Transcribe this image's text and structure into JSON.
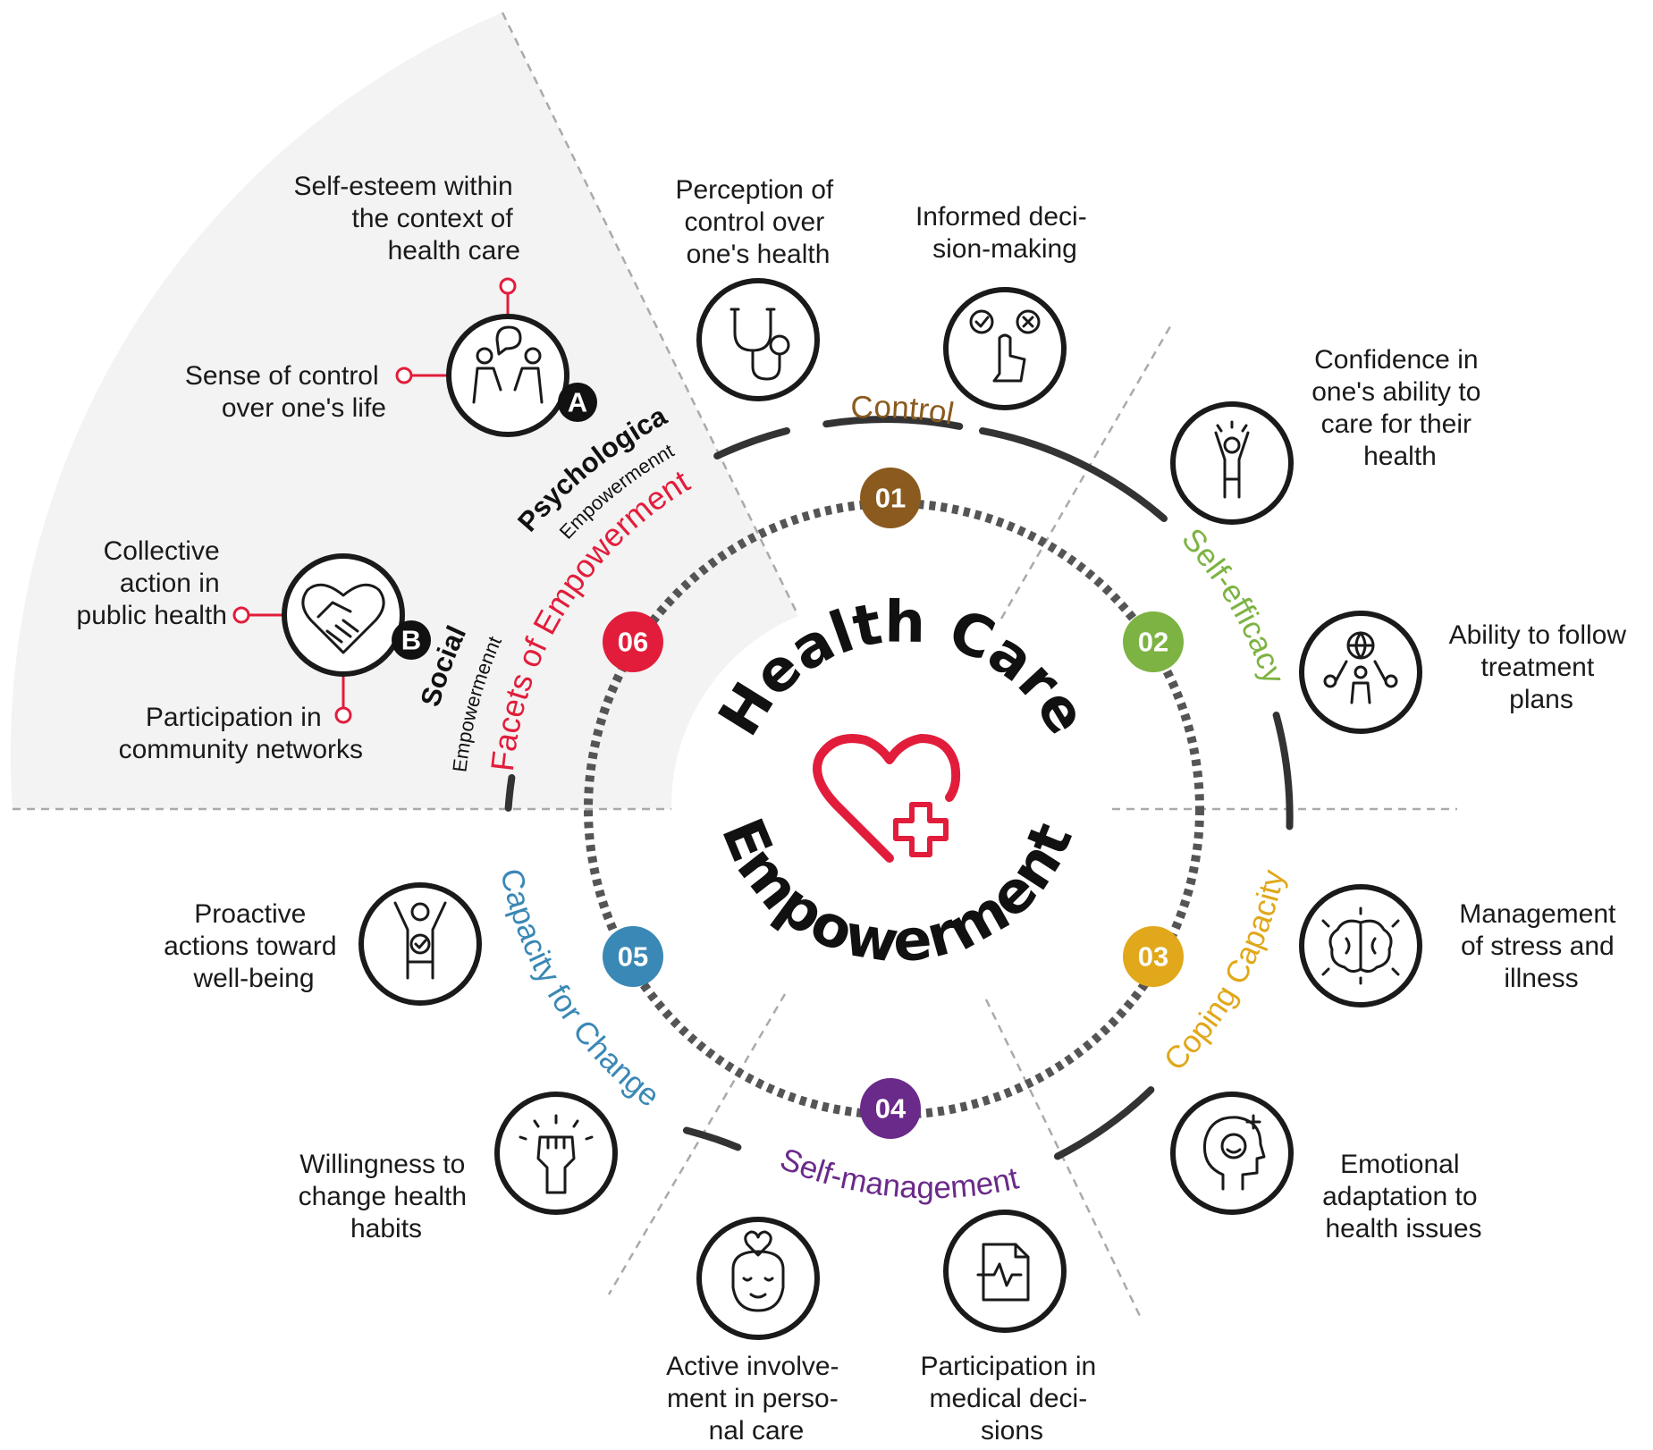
{
  "title": {
    "line1": "Health Care",
    "line2": "Empowerment"
  },
  "colors": {
    "control": "#8a5a1e",
    "self_efficacy": "#7cb342",
    "coping": "#e0a81a",
    "self_management": "#6a2a8a",
    "capacity": "#3a88b5",
    "facets": "#e21d3b"
  },
  "segments": [
    {
      "num": "01",
      "label": "Control"
    },
    {
      "num": "02",
      "label": "Self-efficacy"
    },
    {
      "num": "03",
      "label": "Coping Capacity"
    },
    {
      "num": "04",
      "label": "Self-management"
    },
    {
      "num": "05",
      "label": "Capacity for Change"
    },
    {
      "num": "06",
      "label": "Facets of Empowerment"
    }
  ],
  "empowerment": {
    "psychological": {
      "title": "Psychological",
      "sub": "Empowermennt",
      "badge": "A"
    },
    "social": {
      "title": "Social",
      "sub": "Empowermennt",
      "badge": "B"
    }
  },
  "facet_items": {
    "a_top": [
      "Self-esteem within",
      "the context of",
      "health care"
    ],
    "a_left": [
      "Sense of control",
      "over one's life"
    ],
    "b_left": [
      "Collective",
      "action in",
      "public health"
    ],
    "b_bottom": [
      "Participation in",
      "community networks"
    ]
  },
  "items": [
    {
      "icon": "stethoscope-icon",
      "lines": [
        "Perception of",
        "control over",
        "one's health"
      ]
    },
    {
      "icon": "decision-icon",
      "lines": [
        "Informed deci-",
        "sion-making"
      ]
    },
    {
      "icon": "raised-arms-person-icon",
      "lines": [
        "Confidence in",
        "one's ability to",
        "care for their",
        "health"
      ]
    },
    {
      "icon": "globe-network-icon",
      "lines": [
        "Ability to follow",
        "treatment",
        "plans"
      ]
    },
    {
      "icon": "brain-stress-icon",
      "lines": [
        "Management",
        "of stress and",
        "illness"
      ]
    },
    {
      "icon": "smiling-head-icon",
      "lines": [
        "Emotional",
        "adaptation to",
        "health issues"
      ]
    },
    {
      "icon": "medical-file-icon",
      "lines": [
        "Participation in",
        "medical deci-",
        "sions"
      ]
    },
    {
      "icon": "heart-head-icon",
      "lines": [
        "Active involve-",
        "ment in perso-",
        "nal care"
      ]
    },
    {
      "icon": "raised-fist-icon",
      "lines": [
        "Willingness to",
        "change health",
        "habits"
      ]
    },
    {
      "icon": "wellbeing-person-icon",
      "lines": [
        "Proactive",
        "actions toward",
        "well-being"
      ]
    }
  ]
}
